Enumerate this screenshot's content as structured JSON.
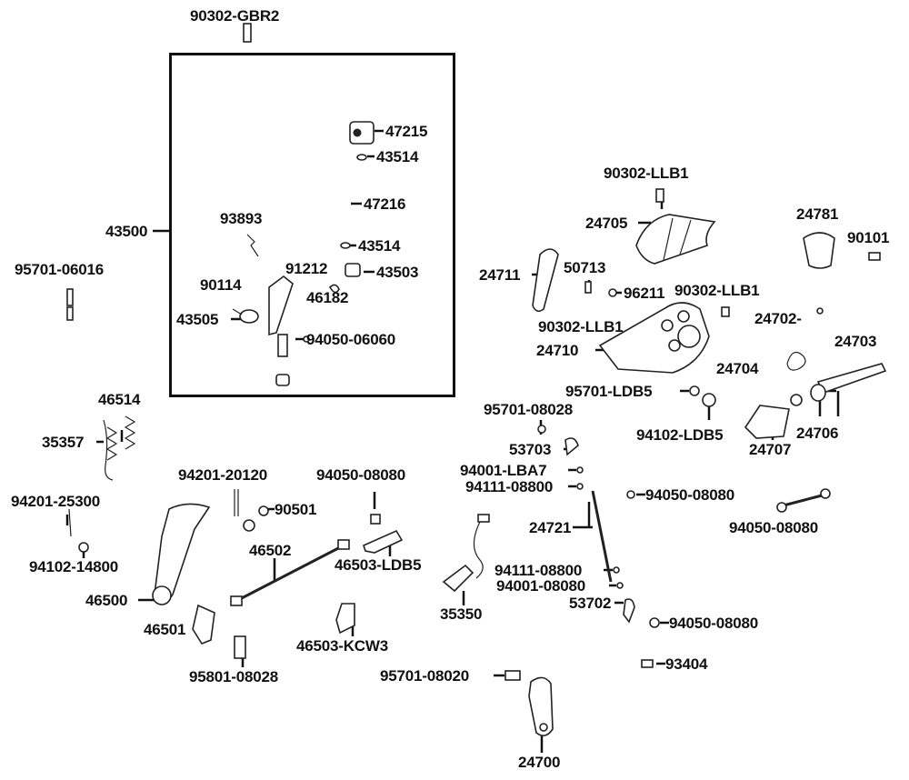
{
  "labels": {
    "p90302_gbr2": "90302-GBR2",
    "p43500": "43500",
    "p47215": "47215",
    "p43514_a": "43514",
    "p47216": "47216",
    "p93893": "93893",
    "p43514_b": "43514",
    "p43503": "43503",
    "p91212": "91212",
    "p90114": "90114",
    "p46182": "46182",
    "p43505": "43505",
    "p94050_06060": "94050-06060",
    "p95701_06016": "95701-06016",
    "p90302_llb1_a": "90302-LLB1",
    "p24705": "24705",
    "p24781": "24781",
    "p90101": "90101",
    "p24711": "24711",
    "p50713": "50713",
    "p96211": "96211",
    "p90302_llb1_b": "90302-LLB1",
    "p90302_llb1_c": "90302-LLB1",
    "p24702": "24702-",
    "p24703": "24703",
    "p24710": "24710",
    "p24704": "24704",
    "p95701_ldb5": "95701-LDB5",
    "p46514": "46514",
    "p35357": "35357",
    "p95701_08028": "95701-08028",
    "p94102_ldb5": "94102-LDB5",
    "p24706": "24706",
    "p24707": "24707",
    "p53703": "53703",
    "p94001_lba7": "94001-LBA7",
    "p94201_20120": "94201-20120",
    "p94050_08080_a": "94050-08080",
    "p94111_08800_a": "94111-08800",
    "p94050_08080_b": "94050-08080",
    "p94201_25300": "94201-25300",
    "p90501": "90501",
    "p24721": "24721",
    "p94050_08080_c": "94050-08080",
    "p46502": "46502",
    "p46503_ldb5": "46503-LDB5",
    "p94102_14800": "94102-14800",
    "p94111_08800_b": "94111-08800",
    "p94001_08080": "94001-08080",
    "p46500": "46500",
    "p35350": "35350",
    "p53702": "53702",
    "p94050_08080_d": "94050-08080",
    "p46501": "46501",
    "p46503_kcw3": "46503-KCW3",
    "p93404": "93404",
    "p95801_08028": "95801-08028",
    "p95701_08020": "95701-08020",
    "p24700": "24700"
  }
}
